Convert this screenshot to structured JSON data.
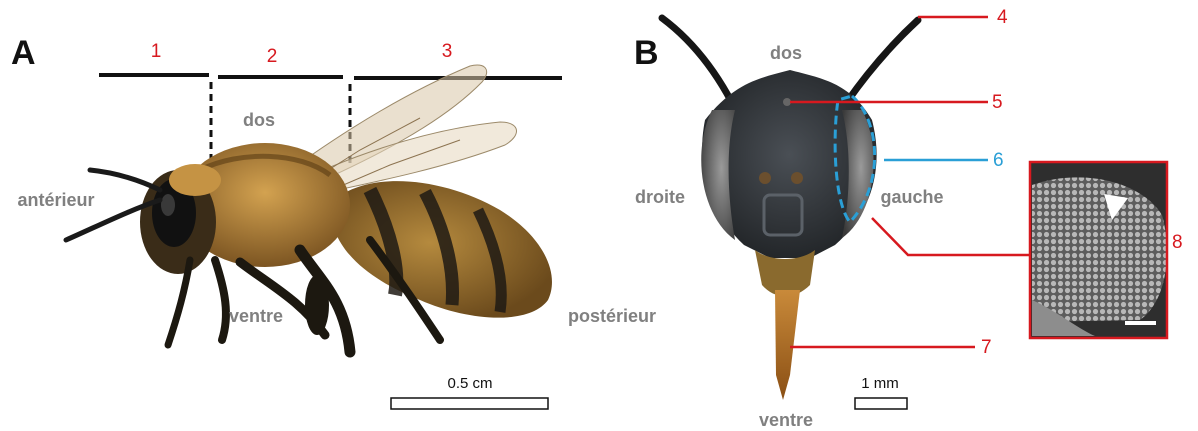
{
  "panels": {
    "a": "A",
    "b": "B"
  },
  "segments": {
    "s1": "1",
    "s2": "2",
    "s3": "3"
  },
  "orientation": {
    "a_dorsal": "dos",
    "a_anterior": "antérieur",
    "a_ventral": "ventre",
    "a_posterior": "postérieur",
    "b_dorsal": "dos",
    "b_right": "droite",
    "b_left": "gauche",
    "b_ventral": "ventre"
  },
  "callouts": {
    "c4": "4",
    "c5": "5",
    "c6": "6",
    "c7": "7",
    "c8": "8"
  },
  "scale_bars": {
    "a": "0.5 cm",
    "b": "1 mm"
  },
  "colors": {
    "callout_red": "#d7191f",
    "callout_blue": "#2a9fd6",
    "label_gray": "#808080"
  }
}
